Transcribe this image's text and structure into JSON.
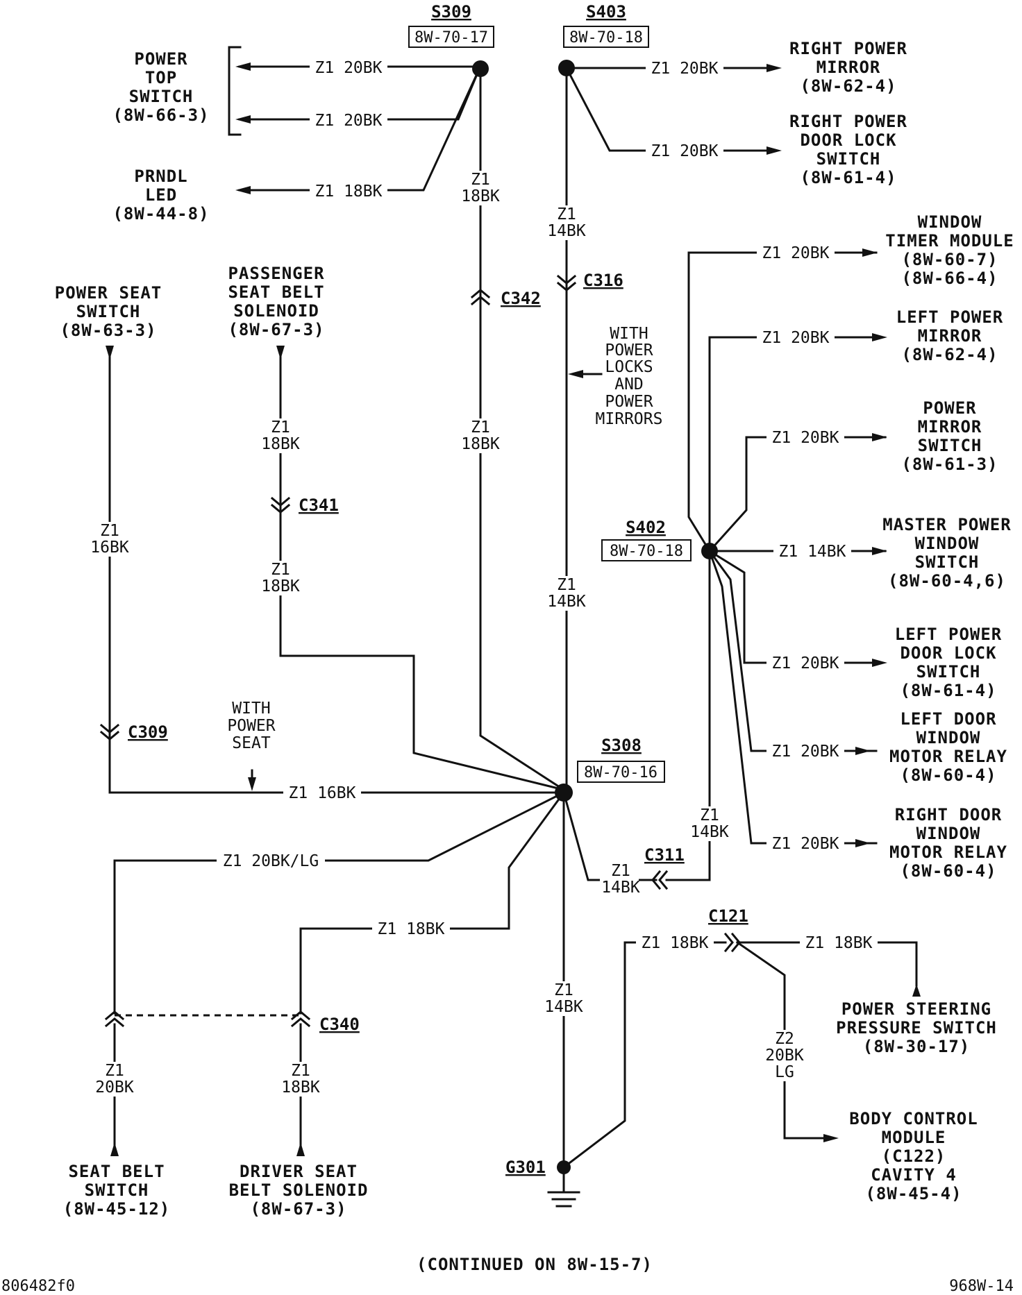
{
  "splices": {
    "s309": {
      "name": "S309",
      "ref": "8W-70-17"
    },
    "s403": {
      "name": "S403",
      "ref": "8W-70-18"
    },
    "s402": {
      "name": "S402",
      "ref": "8W-70-18"
    },
    "s308": {
      "name": "S308",
      "ref": "8W-70-16"
    }
  },
  "connectors": {
    "c342": "C342",
    "c316": "C316",
    "c341": "C341",
    "c309": "C309",
    "c311": "C311",
    "c121": "C121",
    "c340": "C340",
    "g301": "G301"
  },
  "components": {
    "power_top_switch": [
      "POWER",
      "TOP",
      "SWITCH",
      "(8W-66-3)"
    ],
    "prndl_led": [
      "PRNDL",
      "LED",
      "(8W-44-8)"
    ],
    "power_seat_switch": [
      "POWER SEAT",
      "SWITCH",
      "(8W-63-3)"
    ],
    "passenger_seat_belt_solenoid": [
      "PASSENGER",
      "SEAT BELT",
      "SOLENOID",
      "(8W-67-3)"
    ],
    "right_power_mirror": [
      "RIGHT POWER",
      "MIRROR",
      "(8W-62-4)"
    ],
    "right_power_door_lock_switch": [
      "RIGHT POWER",
      "DOOR LOCK",
      "SWITCH",
      "(8W-61-4)"
    ],
    "window_timer_module": [
      "WINDOW",
      "TIMER MODULE",
      "(8W-60-7)",
      "(8W-66-4)"
    ],
    "left_power_mirror": [
      "LEFT POWER",
      "MIRROR",
      "(8W-62-4)"
    ],
    "power_mirror_switch": [
      "POWER",
      "MIRROR",
      "SWITCH",
      "(8W-61-3)"
    ],
    "master_power_window_switch": [
      "MASTER POWER",
      "WINDOW",
      "SWITCH",
      "(8W-60-4,6)"
    ],
    "left_power_door_lock_switch": [
      "LEFT POWER",
      "DOOR LOCK",
      "SWITCH",
      "(8W-61-4)"
    ],
    "left_door_window_motor_relay": [
      "LEFT DOOR",
      "WINDOW",
      "MOTOR RELAY",
      "(8W-60-4)"
    ],
    "right_door_window_motor_relay": [
      "RIGHT DOOR",
      "WINDOW",
      "MOTOR RELAY",
      "(8W-60-4)"
    ],
    "power_steering_pressure_switch": [
      "POWER STEERING",
      "PRESSURE SWITCH",
      "(8W-30-17)"
    ],
    "body_control_module": [
      "BODY CONTROL",
      "MODULE",
      "(C122)",
      "CAVITY 4",
      "(8W-45-4)"
    ],
    "seat_belt_switch": [
      "SEAT BELT",
      "SWITCH",
      "(8W-45-12)"
    ],
    "driver_seat_belt_solenoid": [
      "DRIVER SEAT",
      "BELT SOLENOID",
      "(8W-67-3)"
    ]
  },
  "notes": {
    "with_power_locks_and_mirrors": [
      "WITH",
      "POWER",
      "LOCKS",
      "AND",
      "POWER",
      "MIRRORS"
    ],
    "with_power_seat": [
      "WITH",
      "POWER",
      "SEAT"
    ]
  },
  "wires": {
    "top_switch_1": "Z1 20BK",
    "top_switch_2": "Z1 20BK",
    "prndl": "Z1 18BK",
    "s309_down_a": [
      "Z1",
      "18BK"
    ],
    "s309_down_b": [
      "Z1",
      "18BK"
    ],
    "rpm": "Z1 20BK",
    "rpdl": "Z1 20BK",
    "s403_down_a": [
      "Z1",
      "14BK"
    ],
    "s403_down_b": [
      "Z1",
      "14BK"
    ],
    "pass_solenoid_a": [
      "Z1",
      "18BK"
    ],
    "pass_solenoid_b": [
      "Z1",
      "18BK"
    ],
    "seat_switch": [
      "Z1",
      "16BK"
    ],
    "seat_h": "Z1 16BK",
    "wtm": "Z1 20BK",
    "lpm": "Z1 20BK",
    "pms": "Z1 20BK",
    "mpws": "Z1 14BK",
    "lpdl": "Z1 20BK",
    "ldwm": "Z1 20BK",
    "rdwm": "Z1 20BK",
    "s402_down": [
      "Z1",
      "14BK"
    ],
    "c311_wire": [
      "Z1",
      "14BK"
    ],
    "sbs_h": "Z1 20BK/LG",
    "dsb_h": "Z1 18BK",
    "s308_down": [
      "Z1",
      "14BK"
    ],
    "sbs_v": [
      "Z1",
      "20BK"
    ],
    "dsb_v": [
      "Z1",
      "18BK"
    ],
    "c121_left": "Z1 18BK",
    "c121_right": "Z1 18BK",
    "bcm_v": [
      "Z2",
      "20BK",
      "LG"
    ]
  },
  "footer": {
    "continued": "(CONTINUED ON 8W-15-7)",
    "left_code": "806482f0",
    "right_code": "968W-14"
  }
}
